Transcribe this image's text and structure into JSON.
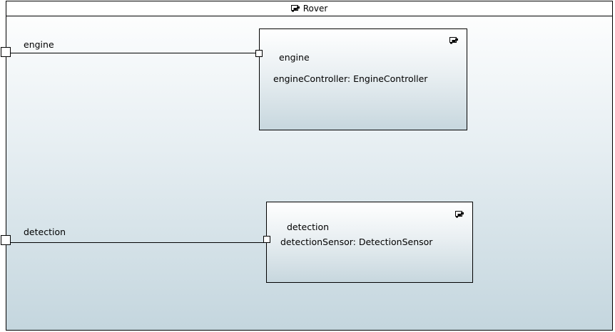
{
  "diagram": {
    "title": "Rover",
    "title_icon": "component-icon",
    "ports": [
      {
        "name": "engine"
      },
      {
        "name": "detection"
      }
    ],
    "parts": [
      {
        "name": "engine",
        "type_label": "engineController: EngineController",
        "icon": "component-icon"
      },
      {
        "name": "detection",
        "type_label": "detectionSensor: DetectionSensor",
        "icon": "component-icon"
      }
    ]
  },
  "colors": {
    "border": "#000000",
    "gradient_top": "#ffffff",
    "gradient_bottom": "#c4d6de"
  }
}
